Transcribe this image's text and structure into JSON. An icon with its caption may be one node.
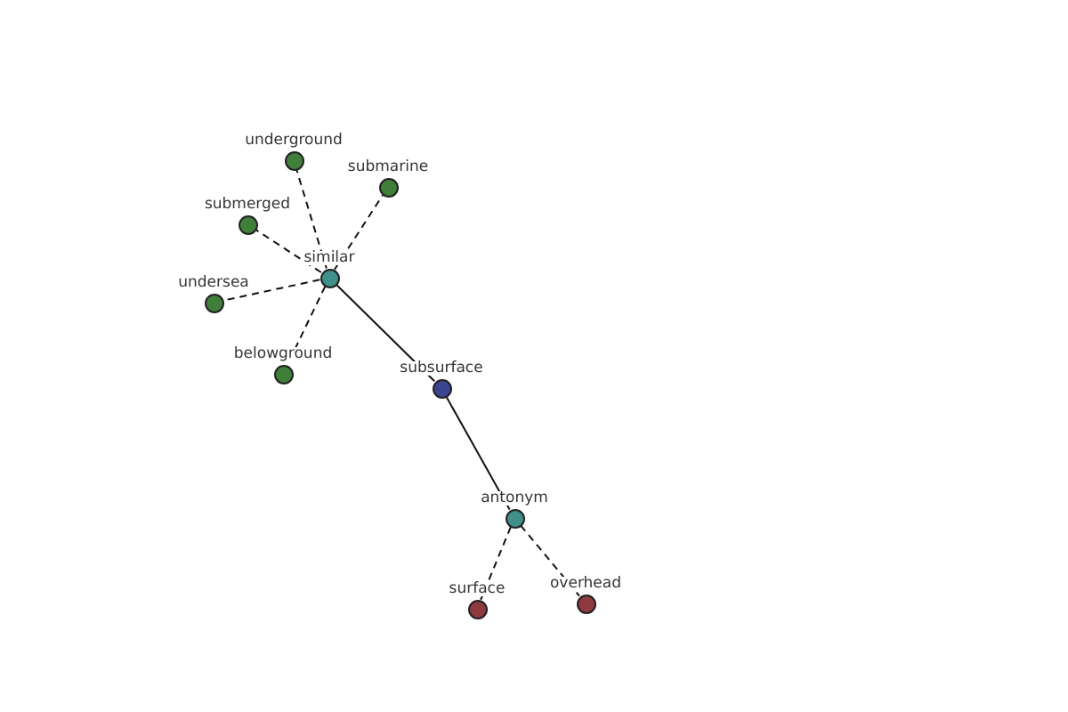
{
  "diagram": {
    "nodes": [
      {
        "text": [
          "underground"
        ]
      },
      {
        "text": [
          "submarine"
        ]
      },
      {
        "text": [
          "submerged"
        ]
      },
      {
        "text": [
          "similar"
        ]
      },
      {
        "text": [
          "undersea"
        ]
      },
      {
        "text": [
          "belowground"
        ]
      },
      {
        "text": [
          "subsurface"
        ]
      },
      {
        "text": [
          "antonym"
        ]
      },
      {
        "text": [
          "surface"
        ]
      },
      {
        "text": [
          "overhead"
        ]
      }
    ],
    "edges": [
      {
        "from": 3,
        "to": 0,
        "arrow": "none",
        "style": "dashed"
      },
      {
        "from": 3,
        "to": 1,
        "arrow": "none",
        "style": "dashed"
      },
      {
        "from": 3,
        "to": 2,
        "arrow": "none",
        "style": "dashed"
      },
      {
        "from": 3,
        "to": 4,
        "arrow": "none",
        "style": "dashed"
      },
      {
        "from": 3,
        "to": 5,
        "arrow": "none",
        "style": "dashed"
      },
      {
        "from": 6,
        "to": 3,
        "arrow": "none"
      },
      {
        "from": 6,
        "to": 7,
        "arrow": "none"
      },
      {
        "from": 7,
        "to": 8,
        "arrow": "none",
        "style": "dashed"
      },
      {
        "from": 7,
        "to": 9,
        "arrow": "none",
        "style": "dashed"
      }
    ]
  }
}
